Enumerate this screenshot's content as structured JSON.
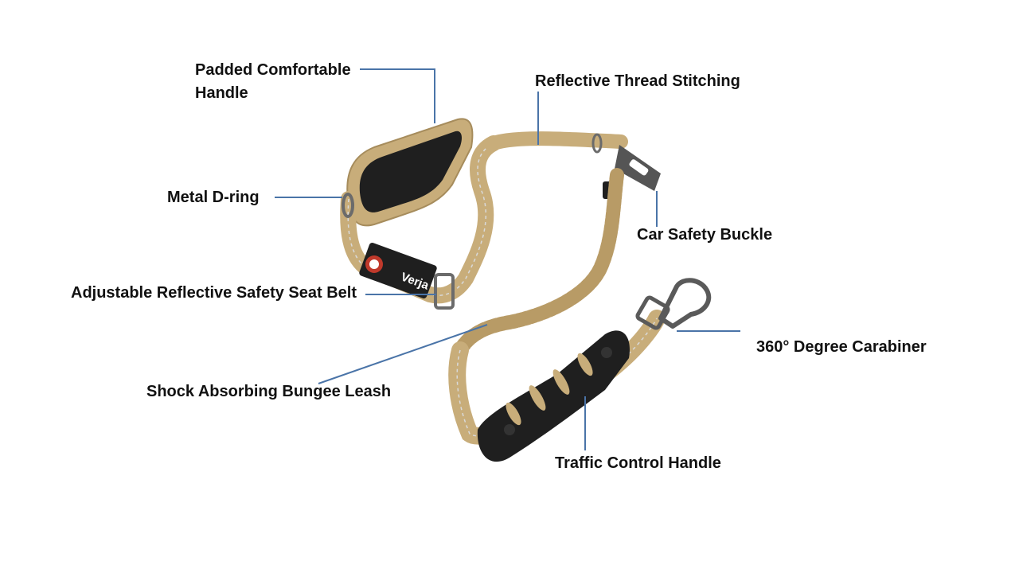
{
  "colors": {
    "leader_line": "#4a74a8",
    "webbing": "#c8ad7a",
    "webbing_dark": "#a68c5c",
    "rubber": "#1f1f1f",
    "metal": "#6b6b6b",
    "reflective": "#d9d9d9"
  },
  "product": {
    "brand": "Verja"
  },
  "callouts": {
    "padded_handle": {
      "line1": "Padded Comfortable",
      "line2": "Handle"
    },
    "reflective_stitching": {
      "text": "Reflective Thread Stitching"
    },
    "metal_d_ring": {
      "text": "Metal D-ring"
    },
    "car_safety_buckle": {
      "text": "Car Safety Buckle"
    },
    "adjustable_belt": {
      "text": "Adjustable Reflective Safety Seat Belt"
    },
    "carabiner": {
      "text": "360° Degree Carabiner"
    },
    "bungee": {
      "text": "Shock Absorbing Bungee Leash"
    },
    "traffic_handle": {
      "text": "Traffic Control Handle"
    }
  }
}
